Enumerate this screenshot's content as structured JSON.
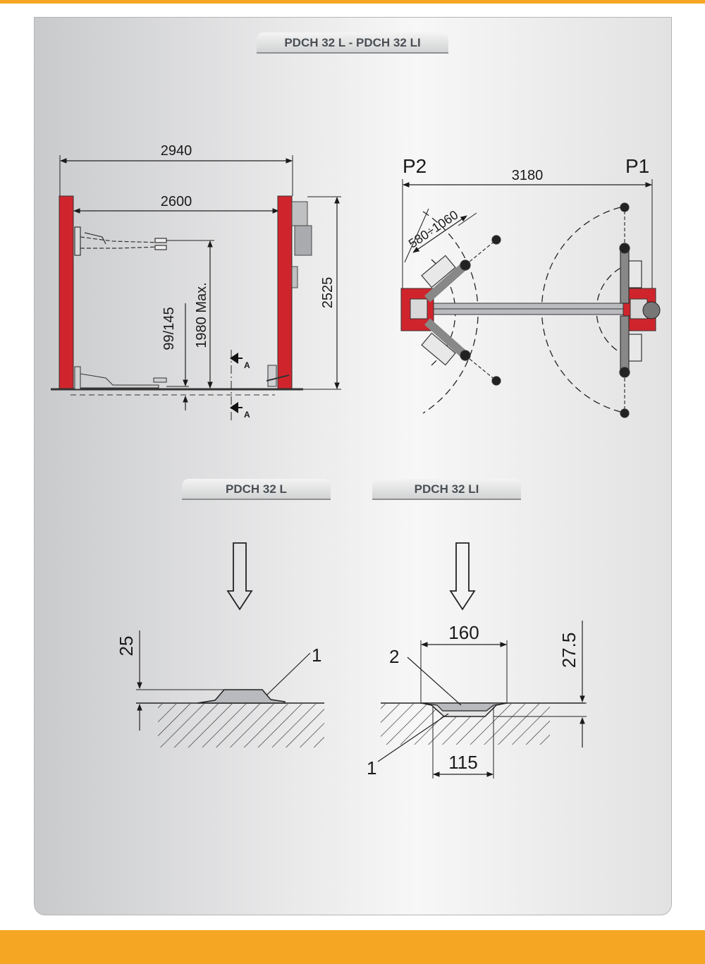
{
  "header": {
    "title": "PDCH 32 L  -  PDCH 32 LI"
  },
  "front_view": {
    "dim_outer_width": "2940",
    "dim_inner_width": "2600",
    "dim_height": "2525",
    "dim_lift_height": "1980 Max.",
    "dim_min_height": "99/145",
    "section_marker_top": "A",
    "section_marker_bottom": "A"
  },
  "top_view": {
    "column_p2": "P2",
    "column_p1": "P1",
    "dim_center_distance": "3180",
    "dim_arm_reach": "580÷1060"
  },
  "section_l": {
    "tab_label": "PDCH 32 L",
    "dim_height": "25",
    "callout_1": "1"
  },
  "section_li": {
    "tab_label": "PDCH 32 LI",
    "dim_top_width": "160",
    "dim_bottom_width": "115",
    "dim_height": "27.5",
    "callout_1": "1",
    "callout_2": "2"
  },
  "colors": {
    "accent": "#f5a623",
    "column_red": "#d0242c",
    "tab_text": "#4a4f55"
  }
}
